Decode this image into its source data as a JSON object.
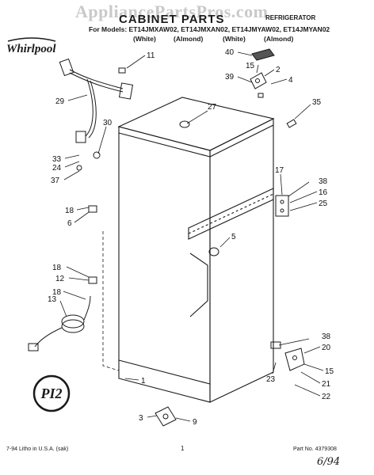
{
  "header": {
    "title": "CABINET PARTS",
    "subtitle": "REFRIGERATOR",
    "models_prefix": "For Models:",
    "models": [
      "ET14JMXAW02,",
      "ET14JMXAN02,",
      "ET14JMYAW02,",
      "ET14JMYAN02"
    ],
    "colors": [
      "(White)",
      "(Almond)",
      "(White)",
      "(Almond)"
    ]
  },
  "watermark": "AppliancePartsPros.com",
  "brand_logo": "Whirlpool",
  "stamp": "PI2",
  "footer": {
    "left": "7-94 Litho in U.S.A. (sak)",
    "page_number": "1",
    "part_number": "Part No. 4379308",
    "handwritten_date": "6/94"
  },
  "callouts": [
    "1",
    "2",
    "3",
    "4",
    "5",
    "6",
    "9",
    "11",
    "12",
    "13",
    "15",
    "15",
    "16",
    "17",
    "18",
    "18",
    "18",
    "20",
    "21",
    "22",
    "23",
    "24",
    "25",
    "27",
    "29",
    "30",
    "33",
    "35",
    "37",
    "38",
    "38",
    "39",
    "40"
  ],
  "colors": {
    "ink": "#1a1a1a",
    "watermark": "#c9c9c9"
  }
}
